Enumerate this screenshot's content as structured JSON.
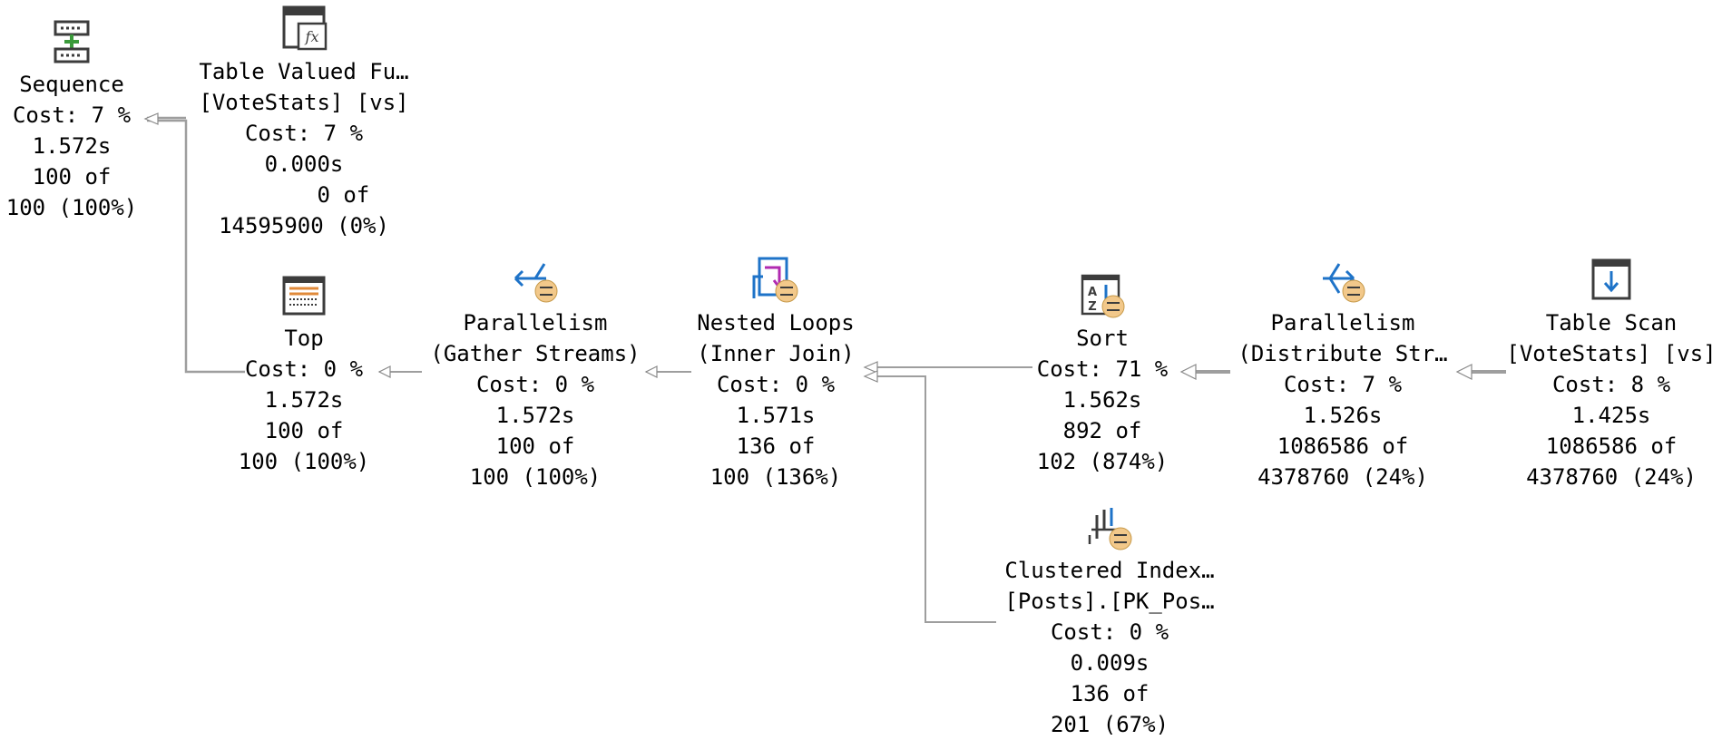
{
  "nodes": {
    "sequence": {
      "lines": [
        "Sequence",
        "Cost: 7 %",
        "1.572s",
        "100 of",
        "100 (100%)"
      ]
    },
    "tvf": {
      "lines": [
        "Table Valued Fu…",
        "[VoteStats] [vs]",
        "Cost: 7 %",
        "0.000s",
        "      0 of",
        "14595900 (0%)"
      ]
    },
    "top": {
      "lines": [
        "Top",
        "Cost: 0 %",
        "1.572s",
        "100 of",
        "100 (100%)"
      ]
    },
    "gather": {
      "lines": [
        "Parallelism",
        "(Gather Streams)",
        "Cost: 0 %",
        "1.572s",
        "100 of",
        "100 (100%)"
      ]
    },
    "nested_loops": {
      "lines": [
        "Nested Loops",
        "(Inner Join)",
        "Cost: 0 %",
        "1.571s",
        "136 of",
        "100 (136%)"
      ]
    },
    "sort": {
      "lines": [
        "Sort",
        "Cost: 71 %",
        "1.562s",
        "892 of",
        "102 (874%)"
      ]
    },
    "distribute": {
      "lines": [
        "Parallelism",
        "(Distribute Str…",
        "Cost: 7 %",
        "1.526s",
        "1086586 of",
        "4378760 (24%)"
      ]
    },
    "table_scan": {
      "lines": [
        "Table Scan",
        "[VoteStats] [vs]",
        "Cost: 8 %",
        "1.425s",
        "1086586 of",
        "4378760 (24%)"
      ]
    },
    "clustered_index": {
      "lines": [
        "Clustered Index…",
        "[Posts].[PK_Pos…",
        "Cost: 0 %",
        "0.009s",
        "136 of",
        "201 (67%)"
      ]
    }
  },
  "icons": {
    "sequence": "sequence-icon",
    "tvf": "table-valued-function-icon",
    "top": "top-icon",
    "gather": "parallelism-gather-streams-icon",
    "nested_loops": "nested-loops-icon",
    "sort": "sort-icon",
    "distribute": "parallelism-distribute-streams-icon",
    "table_scan": "table-scan-icon",
    "clustered_index": "clustered-index-seek-icon"
  },
  "colors": {
    "icon_dark": "#3c3c3c",
    "icon_blue": "#1e73c8",
    "icon_green": "#3a9a3a",
    "icon_orange": "#e08a3a",
    "icon_magenta": "#b02ab0",
    "parallel_badge": "#f2c88a",
    "arrow": "#9e9e9e"
  }
}
